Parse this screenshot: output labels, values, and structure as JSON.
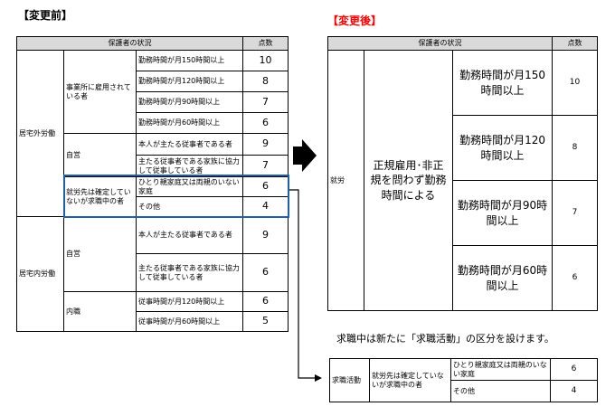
{
  "before": {
    "title": "【変更前】",
    "header": {
      "status": "保護者の状況",
      "points": "点数"
    },
    "group_outside": "居宅外労働",
    "group_inside": "居宅内労働",
    "employed_label": "事業所に雇用されている者",
    "self_employed_label": "自営",
    "seeking_label": "就労先は確定していないが求職中の者",
    "self_employed2_label": "自営",
    "cottage_label": "内職",
    "rows": [
      {
        "label": "勤務時間が月150時間以上",
        "points": "10"
      },
      {
        "label": "勤務時間が月120時間以上",
        "points": "8"
      },
      {
        "label": "勤務時間が月90時間以上",
        "points": "7"
      },
      {
        "label": "勤務時間が月60時間以上",
        "points": "6"
      },
      {
        "label": "本人が主たる従事者である者",
        "points": "9"
      },
      {
        "label": "主たる従事者である家族に協力して従事している者",
        "points": "7"
      },
      {
        "label": "ひとり親家庭又は両親のいない家庭",
        "points": "6"
      },
      {
        "label": "その他",
        "points": "4"
      },
      {
        "label": "本人が主たる従事者である者",
        "points": "9"
      },
      {
        "label": "主たる従事者である家族に協力して従事している者",
        "points": "6"
      },
      {
        "label": "従事時間が月120時間以上",
        "points": "6"
      },
      {
        "label": "従事時間が月60時間以上",
        "points": "5"
      }
    ]
  },
  "after": {
    "title": "【変更後】",
    "title_color": "#ff0000",
    "header": {
      "status": "保護者の状況",
      "points": "点数"
    },
    "work_label": "就労",
    "type_label": "正規雇用･非正規を問わず勤務時間による",
    "rows": [
      {
        "label": "勤務時間が月150時間以上",
        "points": "10"
      },
      {
        "label": "勤務時間が月120時間以上",
        "points": "8"
      },
      {
        "label": "勤務時間が月90時間以上",
        "points": "7"
      },
      {
        "label": "勤務時間が月60時間以上",
        "points": "6"
      }
    ],
    "note": "求職中は新たに「求職活動」の区分を設けます。",
    "job_search": {
      "label": "求職活動",
      "sub_label": "就労先は確定していないが求職中の者",
      "rows": [
        {
          "label": "ひとり親家庭又は両親のいない家庭",
          "points": "6"
        },
        {
          "label": "その他",
          "points": "4"
        }
      ]
    }
  },
  "colors": {
    "highlight": "#1f5fa8",
    "header_bg": "#d9d9d9",
    "arrow": "#000000"
  }
}
